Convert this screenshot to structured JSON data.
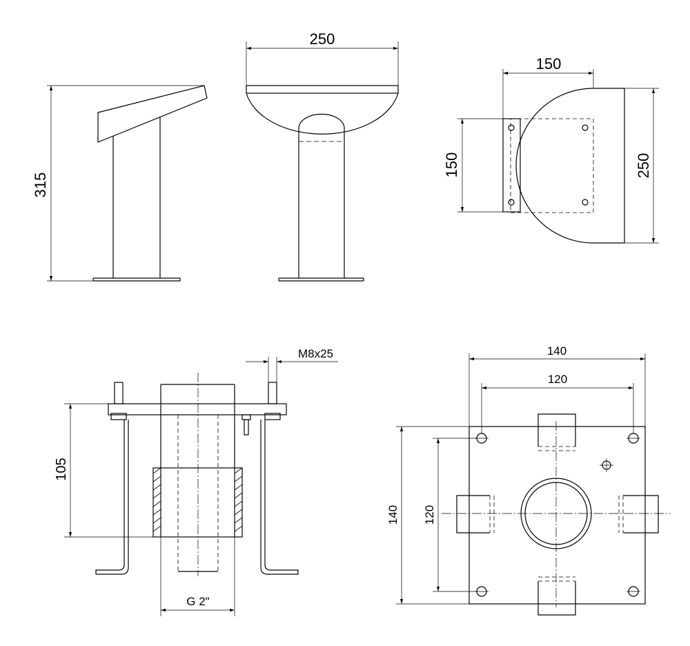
{
  "dimensions": {
    "side_height": "315",
    "front_width": "250",
    "top_width_150": "150",
    "top_height_150": "150",
    "top_height_250": "250",
    "section_height": "105",
    "section_bolt": "M8x25",
    "section_thread": "G 2\"",
    "plate_width_140": "140",
    "plate_width_120": "120",
    "plate_height_140": "140",
    "plate_height_120": "120"
  }
}
